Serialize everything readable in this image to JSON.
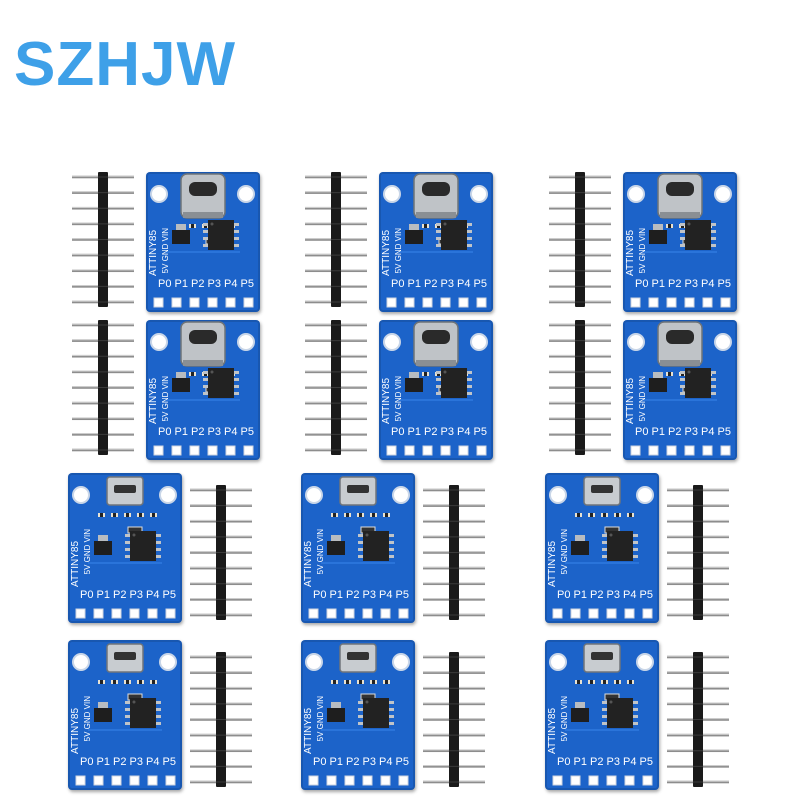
{
  "brand": {
    "text": "SZHJW",
    "color": "#3ea0e8"
  },
  "board": {
    "chip_label": "ATTINY85",
    "power_label": "5V GND VIN",
    "pins": [
      "P0",
      "P1",
      "P2",
      "P3",
      "P4",
      "P5"
    ],
    "board_color": "#1c63c9",
    "usbc_count": 6,
    "microusb_count": 6
  },
  "icons": [
    "usb-c-connector-icon",
    "micro-usb-connector-icon",
    "pin-header-icon",
    "microcontroller-chip-icon"
  ]
}
